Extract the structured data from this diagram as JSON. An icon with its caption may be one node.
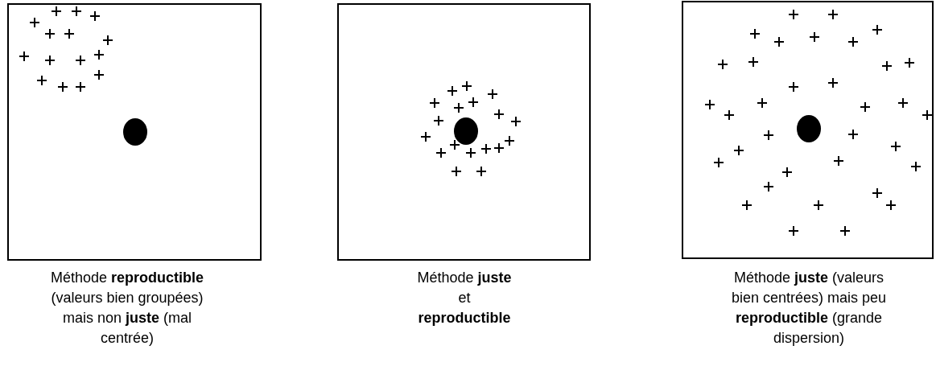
{
  "diagram": {
    "nodes": [
      {
        "text": [],
        "shape": "box",
        "beside": [
          "Méthode **reproductible** (valeurs bien groupées) mais non **juste** (mal centrée)"
        ]
      },
      {
        "text": [],
        "shape": "box",
        "beside": [
          "Méthode **juste** et **reproductible**"
        ]
      },
      {
        "text": [],
        "shape": "box",
        "beside": [
          "Méthode **juste** (valeurs bien centrées) mais peu **reproductible** (grande dispersion)"
        ]
      }
    ],
    "edges": []
  }
}
